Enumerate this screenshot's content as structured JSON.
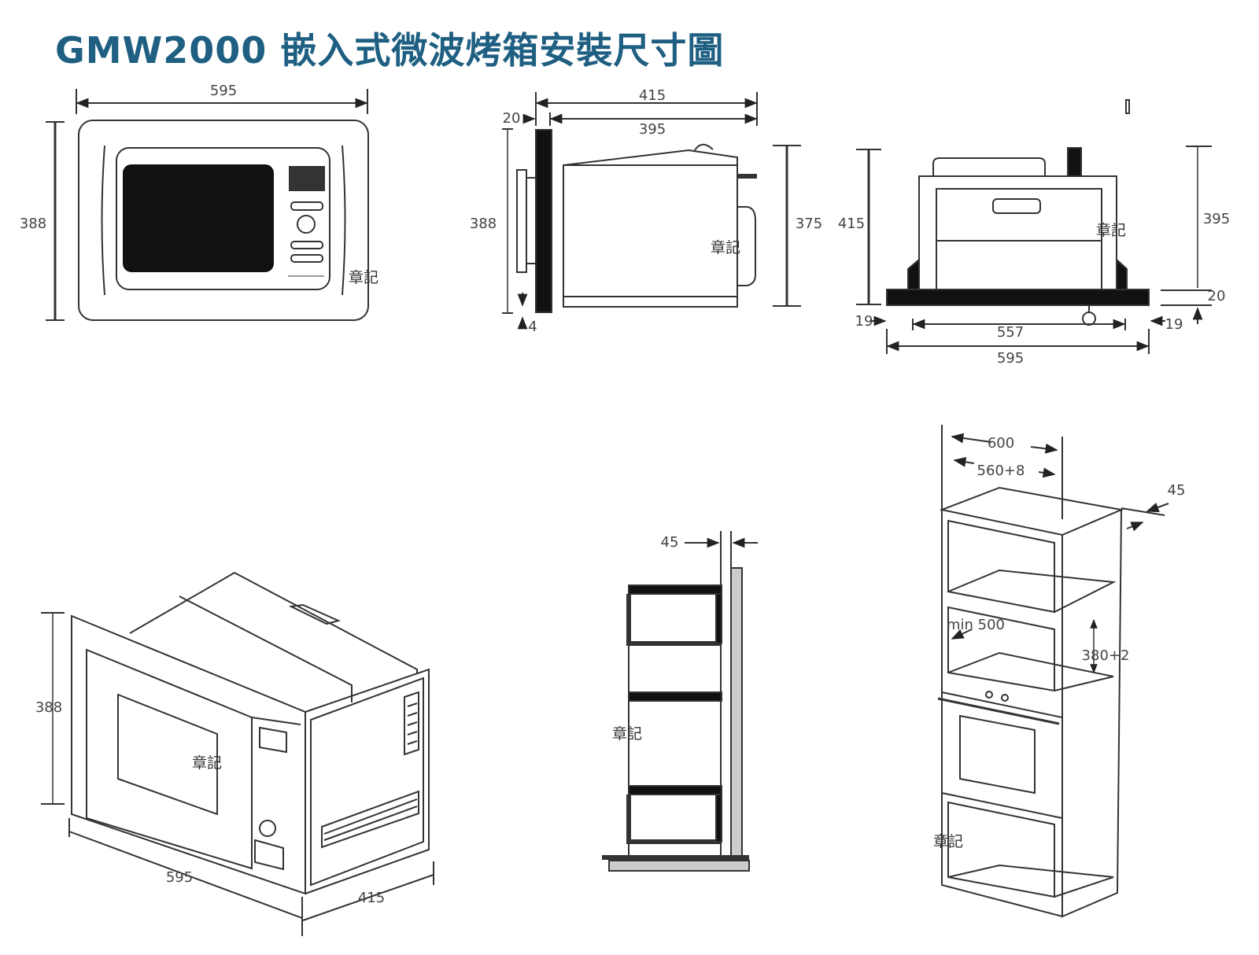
{
  "title": "GMW2000 嵌入式微波烤箱安裝尺寸圖",
  "watermark": "章記",
  "front_view": {
    "width": "595",
    "height": "388"
  },
  "side_view": {
    "depth_total": "415",
    "depth_body": "395",
    "frame_thickness": "20",
    "frame_height": "388",
    "body_height": "375",
    "bottom_offset": "4"
  },
  "top_view": {
    "depth_total": "415",
    "depth_body": "395",
    "frame_thickness": "20",
    "inner_width": "557",
    "outer_width": "595",
    "side_left": "19",
    "side_right": "19"
  },
  "iso_view": {
    "height": "388",
    "width": "595",
    "depth": "415"
  },
  "section_view": {
    "gap": "45"
  },
  "cabinet_view": {
    "outer_width": "600",
    "opening_width": "560+8",
    "depth_gap": "45",
    "min_depth": "min 500",
    "opening_height": "380+2"
  }
}
